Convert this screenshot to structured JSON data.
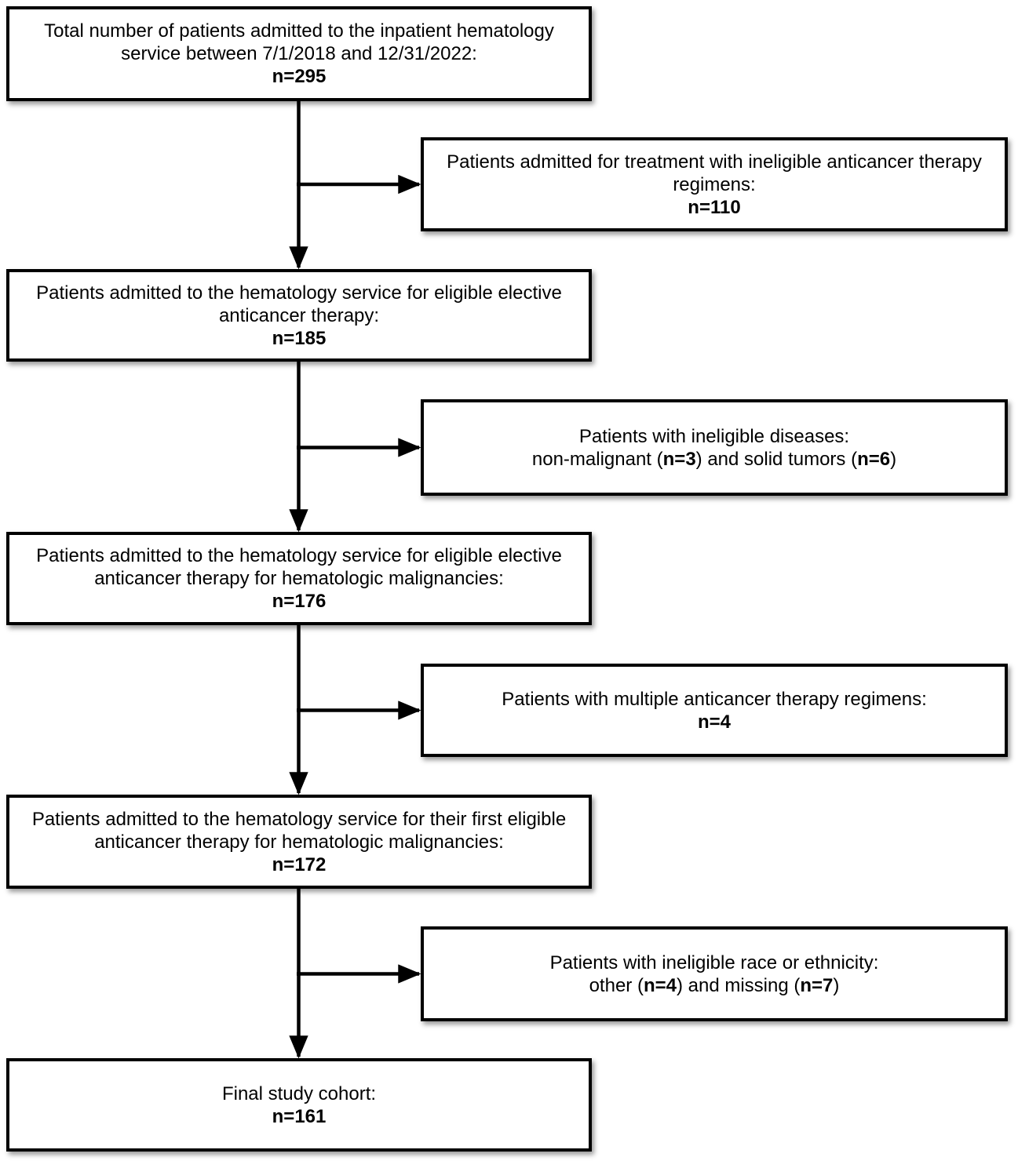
{
  "flow": {
    "main_boxes": [
      {
        "text": "Total number of patients admitted to the inpatient hematology service between 7/1/2018 and 12/31/2022:",
        "count": "n=295"
      },
      {
        "text": "Patients admitted to the hematology service for eligible elective anticancer therapy:",
        "count": "n=185"
      },
      {
        "text": "Patients admitted to the hematology service for eligible elective anticancer therapy for hematologic malignancies:",
        "count": "n=176"
      },
      {
        "text": "Patients admitted to the hematology service for their first eligible anticancer therapy for hematologic malignancies:",
        "count": "n=172"
      },
      {
        "text": "Final study cohort:",
        "count": "n=161"
      }
    ],
    "side_boxes": [
      {
        "text": "Patients admitted for treatment with ineligible anticancer therapy regimens:",
        "count": "n=110"
      },
      {
        "line1": "Patients with ineligible diseases:",
        "line2_parts": [
          "non-malignant (",
          "n=3",
          ") and solid tumors (",
          "n=6",
          ")"
        ]
      },
      {
        "text": "Patients with multiple anticancer therapy regimens:",
        "count": "n=4"
      },
      {
        "line1": "Patients with ineligible race or ethnicity:",
        "line2_parts": [
          "other (",
          "n=4",
          ") and missing (",
          "n=7",
          ")"
        ]
      }
    ],
    "colors": {
      "box_border": "#000000",
      "box_background": "#ffffff",
      "text": "#000000",
      "arrow": "#000000",
      "page_background": "#ffffff"
    }
  }
}
